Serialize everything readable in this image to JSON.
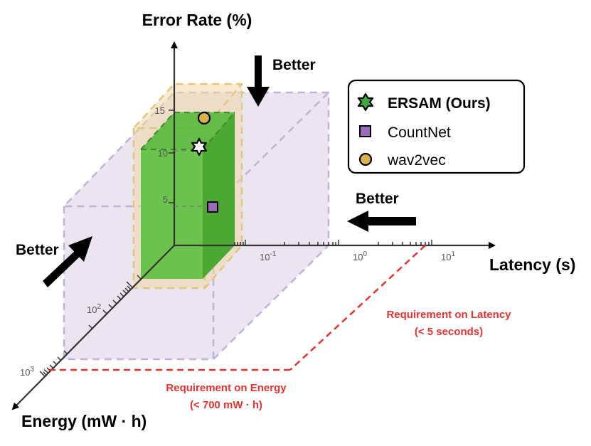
{
  "chart_data": {
    "type": "scatter",
    "axes": {
      "x": {
        "label": "Latency (s)",
        "scale": "log",
        "tick_labels": [
          "10",
          "10",
          "10"
        ],
        "tick_exponents": [
          "-1",
          "0",
          "1"
        ]
      },
      "y": {
        "label": "Error Rate (%)",
        "scale": "linear",
        "tick_labels": [
          "5",
          "10",
          "15"
        ]
      },
      "z": {
        "label": "Energy (mW · h)",
        "scale": "log",
        "tick_labels": [
          "10",
          "10"
        ],
        "tick_exponents": [
          "2",
          "3"
        ]
      }
    },
    "better_labels": [
      "Better",
      "Better",
      "Better"
    ],
    "requirements": {
      "latency": {
        "line1": "Requirement on Latency",
        "line2": "(< 5 seconds)"
      },
      "energy": {
        "line1": "Requirement on Energy",
        "line2": "(< 700 mW · h)"
      }
    },
    "series": [
      {
        "name": "ERSAM (Ours)",
        "marker": "star",
        "color": "#3daa3d",
        "error_rate": 10.5
      },
      {
        "name": "CountNet",
        "marker": "square",
        "color": "#9b6bb7",
        "error_rate": 4.4
      },
      {
        "name": "wav2vec",
        "marker": "circle",
        "color": "#d9b04a",
        "error_rate": 13.9
      }
    ],
    "regions": [
      {
        "name": "ERSAM (Ours)",
        "color": "#4fb33a"
      },
      {
        "name": "CountNet",
        "color": "#c9bcd9"
      },
      {
        "name": "wav2vec",
        "color": "#f1d9a8"
      }
    ],
    "legend_position": "top-right"
  }
}
